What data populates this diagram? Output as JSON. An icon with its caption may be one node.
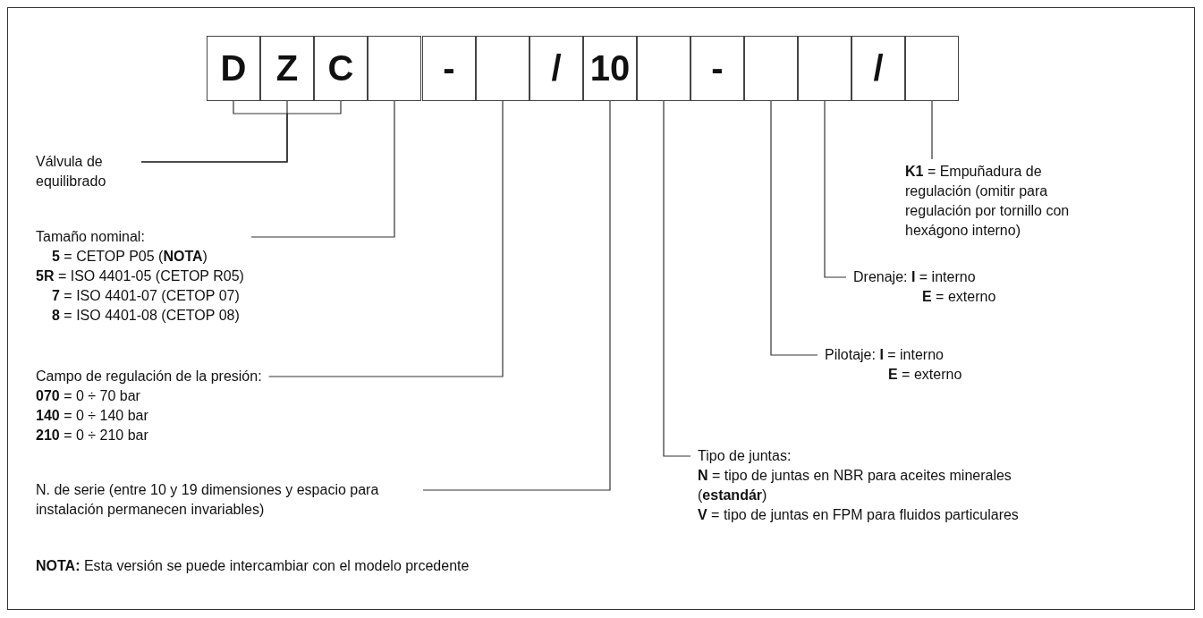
{
  "diagram": {
    "nodes": [
      {
        "text": [
          "D"
        ]
      },
      {
        "text": [
          "Z"
        ]
      },
      {
        "text": [
          "C"
        ]
      },
      {
        "text": [],
        "shape": "box"
      },
      {
        "text": [
          "-"
        ]
      },
      {
        "text": [],
        "shape": "box"
      },
      {
        "text": [
          "/"
        ]
      },
      {
        "text": [
          "10"
        ]
      },
      {
        "text": [],
        "shape": "box"
      },
      {
        "text": [
          "-"
        ]
      },
      {
        "text": [],
        "shape": "box"
      },
      {
        "text": [],
        "shape": "box"
      },
      {
        "text": [
          "/"
        ]
      },
      {
        "text": [],
        "shape": "box"
      },
      {
        "text": [
          "Válvula de equilibrado"
        ]
      },
      {
        "text": [
          "Tamaño nominal:",
          "**5** = CETOP P05 (**NOTA**)",
          "**5R** = ISO 4401-05 (CETOP R05)",
          "**7** = ISO 4401-07 (CETOP 07)",
          "**8** = ISO 4401-08 (CETOP 08)"
        ]
      },
      {
        "text": [
          "Campo de regulación de la presión:",
          "**070** = 0 ÷ 70 bar",
          "**140** = 0 ÷ 140 bar",
          "**210** = 0 ÷ 210 bar"
        ]
      },
      {
        "text": [
          "N. de serie (entre 10 y 19 dimensiones y espacio para instalación permanecen invariables)"
        ]
      },
      {
        "text": [
          "**K1** = Empuñadura de regulación (omitir para regulación por tornillo con hexágono interno)"
        ]
      },
      {
        "text": [
          "Drenaje: **I** = interno",
          "**E** = externo"
        ]
      },
      {
        "text": [
          "Pilotaje: **I** = interno",
          "**E** = externo"
        ]
      },
      {
        "text": [
          "Tipo de juntas:",
          "**N** = tipo de juntas en NBR para aceites minerales (**estandár**)",
          "**V** = tipo de juntas en FPM para fluidos particulares"
        ]
      }
    ],
    "edges": [
      {
        "from": 14,
        "to": 0,
        "arrow": "none"
      },
      {
        "from": 14,
        "to": 1,
        "arrow": "none"
      },
      {
        "from": 14,
        "to": 2,
        "arrow": "none"
      },
      {
        "from": 15,
        "to": 3,
        "arrow": "none"
      },
      {
        "from": 16,
        "to": 5,
        "arrow": "none"
      },
      {
        "from": 17,
        "to": 7,
        "arrow": "none"
      },
      {
        "from": 18,
        "to": 13,
        "arrow": "none"
      },
      {
        "from": 19,
        "to": 11,
        "arrow": "none"
      },
      {
        "from": 20,
        "to": 10,
        "arrow": "none"
      },
      {
        "from": 21,
        "to": 8,
        "arrow": "none"
      }
    ],
    "labels": [
      "**NOTA:** Esta versión se puede intercambiar con el modelo prcedente"
    ]
  }
}
